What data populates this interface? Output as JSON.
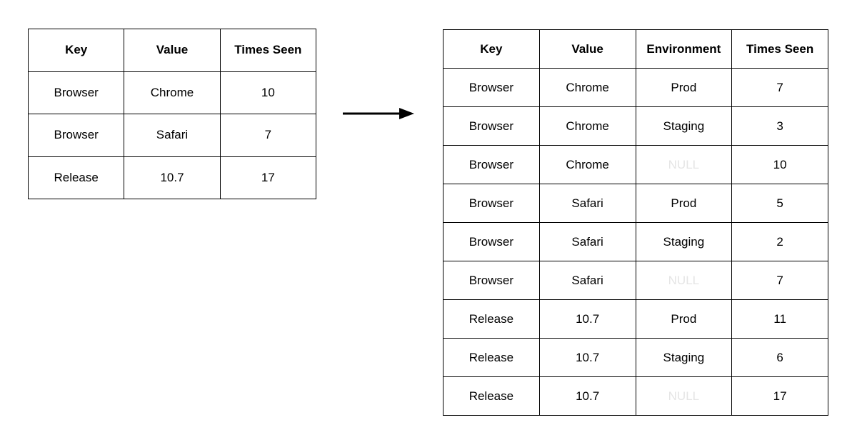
{
  "colors": {
    "background": "#ffffff",
    "border": "#000000",
    "text": "#000000",
    "null_text": "#e5e5e5"
  },
  "null_display_value": "NULL",
  "arrow": {
    "icon": "arrow-right-icon",
    "direction": "right"
  },
  "left_table": {
    "headers": [
      "Key",
      "Value",
      "Times Seen"
    ],
    "rows": [
      [
        "Browser",
        "Chrome",
        "10"
      ],
      [
        "Browser",
        "Safari",
        "7"
      ],
      [
        "Release",
        "10.7",
        "17"
      ]
    ]
  },
  "right_table": {
    "headers": [
      "Key",
      "Value",
      "Environment",
      "Times Seen"
    ],
    "rows": [
      [
        "Browser",
        "Chrome",
        "Prod",
        "7"
      ],
      [
        "Browser",
        "Chrome",
        "Staging",
        "3"
      ],
      [
        "Browser",
        "Chrome",
        "NULL",
        "10"
      ],
      [
        "Browser",
        "Safari",
        "Prod",
        "5"
      ],
      [
        "Browser",
        "Safari",
        "Staging",
        "2"
      ],
      [
        "Browser",
        "Safari",
        "NULL",
        "7"
      ],
      [
        "Release",
        "10.7",
        "Prod",
        "11"
      ],
      [
        "Release",
        "10.7",
        "Staging",
        "6"
      ],
      [
        "Release",
        "10.7",
        "NULL",
        "17"
      ]
    ]
  }
}
